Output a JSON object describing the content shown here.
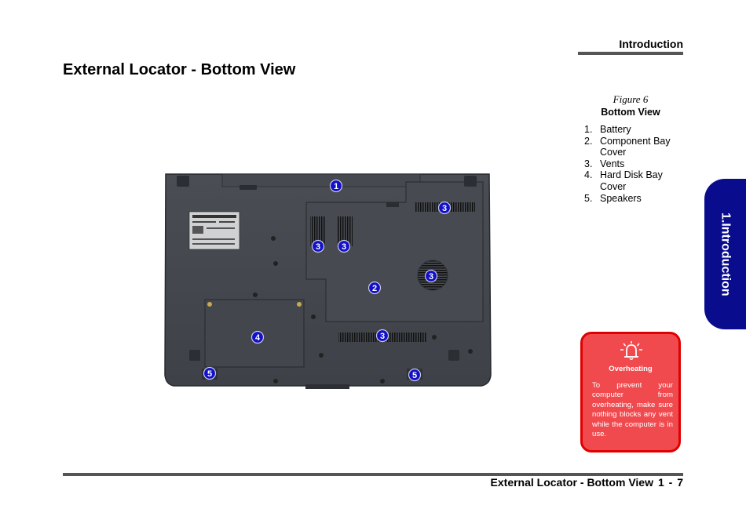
{
  "header": {
    "section": "Introduction"
  },
  "page_title": "External Locator - Bottom View",
  "figure": {
    "number": "Figure 6",
    "title": "Bottom View",
    "legend": [
      {
        "num": "1.",
        "label": "Battery"
      },
      {
        "num": "2.",
        "label": "Component Bay Cover"
      },
      {
        "num": "3.",
        "label": "Vents"
      },
      {
        "num": "4.",
        "label": "Hard Disk Bay Cover"
      },
      {
        "num": "5.",
        "label": "Speakers"
      }
    ],
    "markers": [
      "1",
      "2",
      "3",
      "4",
      "5"
    ]
  },
  "side_tab": {
    "label": "1.Introduction"
  },
  "warning": {
    "title": "Overheating",
    "text": "To prevent your computer from overheating, make sure nothing blocks any vent while the computer is in use."
  },
  "footer": {
    "title": "External Locator - Bottom View",
    "page": "1 - 7"
  },
  "colors": {
    "tab": "#0a0c8e",
    "warning_bg": "#f04a4f",
    "warning_border": "#e00000",
    "marker": "#1210c8"
  }
}
